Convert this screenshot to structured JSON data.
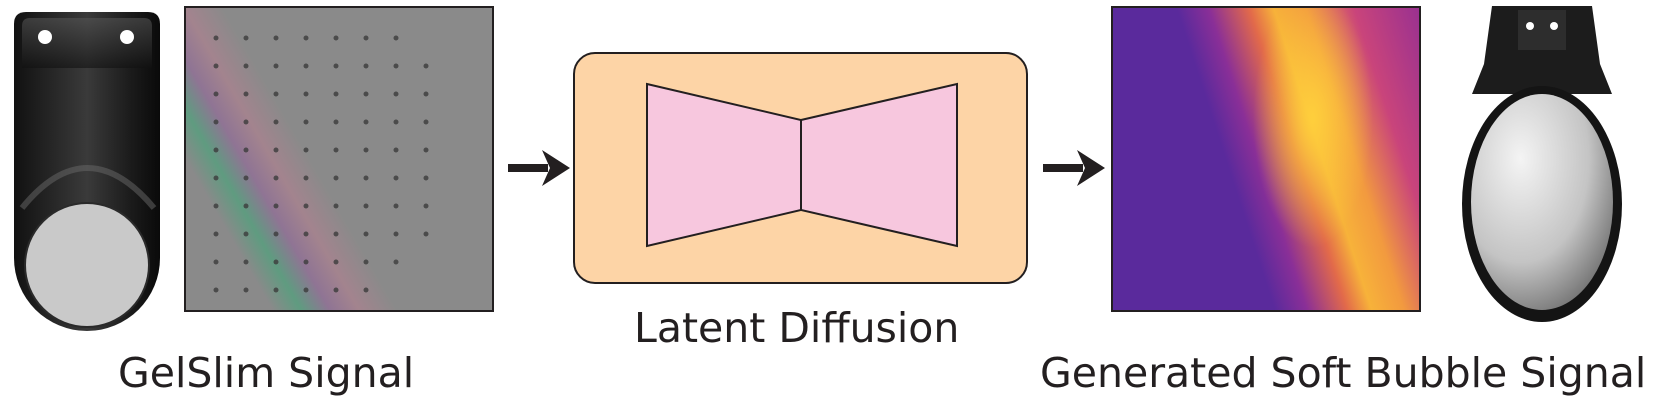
{
  "labels": {
    "input": "GelSlim Signal",
    "model": "Latent Diffusion",
    "output": "Generated Soft Bubble Signal"
  },
  "colors": {
    "model_box_fill": "#fdd4a6",
    "network_fill": "#f7c7de",
    "stroke": "#231f20",
    "gelslim_base": "#8a8a8a",
    "bubble_low": "#5a2a9c",
    "bubble_high": "#f7b23a"
  },
  "icons": {
    "input_sensor": "gelslim-sensor-icon",
    "output_sensor": "soft-bubble-sensor-icon",
    "arrow": "right-arrow-icon",
    "network": "encoder-decoder-icon"
  }
}
